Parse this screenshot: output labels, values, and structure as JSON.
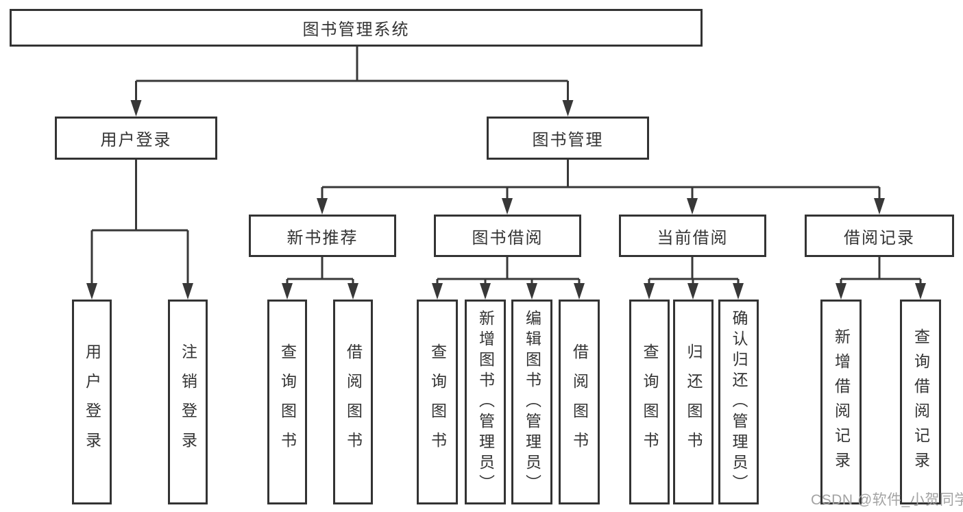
{
  "diagram": {
    "type": "hierarchy-tree",
    "root": {
      "label": "图书管理系统",
      "children": [
        {
          "label": "用户登录",
          "children": [
            {
              "label": "用户登录"
            },
            {
              "label": "注销登录"
            }
          ]
        },
        {
          "label": "图书管理",
          "children": [
            {
              "label": "新书推荐",
              "children": [
                {
                  "label": "查询图书"
                },
                {
                  "label": "借阅图书"
                }
              ]
            },
            {
              "label": "图书借阅",
              "children": [
                {
                  "label": "查询图书"
                },
                {
                  "label": "新增图书（管理员）"
                },
                {
                  "label": "编辑图书（管理员）"
                },
                {
                  "label": "借阅图书"
                }
              ]
            },
            {
              "label": "当前借阅",
              "children": [
                {
                  "label": "查询图书"
                },
                {
                  "label": "归还图书"
                },
                {
                  "label": "确认归还（管理员）"
                }
              ]
            },
            {
              "label": "借阅记录",
              "children": [
                {
                  "label": "新增借阅记录"
                },
                {
                  "label": "查询借阅记录"
                }
              ]
            }
          ]
        }
      ]
    }
  },
  "watermark": {
    "text": "CSDN @软件_小贺同学"
  },
  "colors": {
    "line": "#383838",
    "box_border": "#333333",
    "text": "#333333",
    "watermark": "#a3a3a3",
    "background": "#ffffff"
  }
}
